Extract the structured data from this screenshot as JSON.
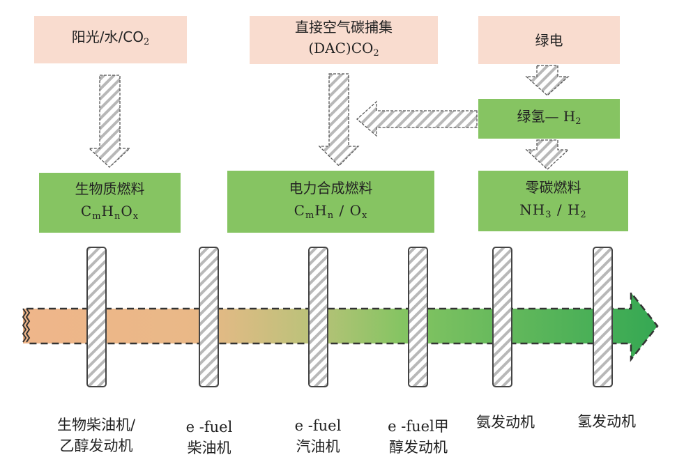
{
  "sources": [
    {
      "id": "solar",
      "text": "阳光/水/",
      "formula_main": "CO",
      "formula_sub": "2"
    },
    {
      "id": "dac",
      "line1": "直接空气碳捕集",
      "line2_main": "(DAC)CO",
      "line2_sub": "2"
    },
    {
      "id": "green-power",
      "text": "绿电"
    }
  ],
  "intermediate": {
    "text": "绿氢— ",
    "formula_main": "H",
    "formula_sub": "2"
  },
  "fuels": [
    {
      "id": "biomass",
      "name": "生物质燃料",
      "formula": [
        {
          "t": "C"
        },
        {
          "s": "m"
        },
        {
          "t": "H"
        },
        {
          "s": "n"
        },
        {
          "t": "O"
        },
        {
          "s": "x"
        }
      ]
    },
    {
      "id": "efuel",
      "name": "电力合成燃料",
      "formula": [
        {
          "t": "C"
        },
        {
          "s": "m"
        },
        {
          "t": "H"
        },
        {
          "s": "n"
        },
        {
          "t": " / O"
        },
        {
          "s": "x"
        }
      ]
    },
    {
      "id": "zero-carbon",
      "name": "零碳燃料",
      "formula": [
        {
          "t": "NH"
        },
        {
          "s": "3"
        },
        {
          "t": " / H"
        },
        {
          "s": "2"
        }
      ]
    }
  ],
  "engines": [
    {
      "line1": "生物柴油机/",
      "line2": "乙醇发动机"
    },
    {
      "line1": "e -fuel",
      "line2": "柴油机"
    },
    {
      "line1": "e -fuel",
      "line2": "汽油机"
    },
    {
      "line1": "e -fuel甲",
      "line2": "醇发动机"
    },
    {
      "line1": "氨发动机",
      "line2": ""
    },
    {
      "line1": "氢发动机",
      "line2": ""
    }
  ],
  "colors": {
    "source_bg": "#f9dccf",
    "fuel_bg": "#86c462",
    "timeline_start": "#efb68a",
    "timeline_end": "#35a853"
  }
}
